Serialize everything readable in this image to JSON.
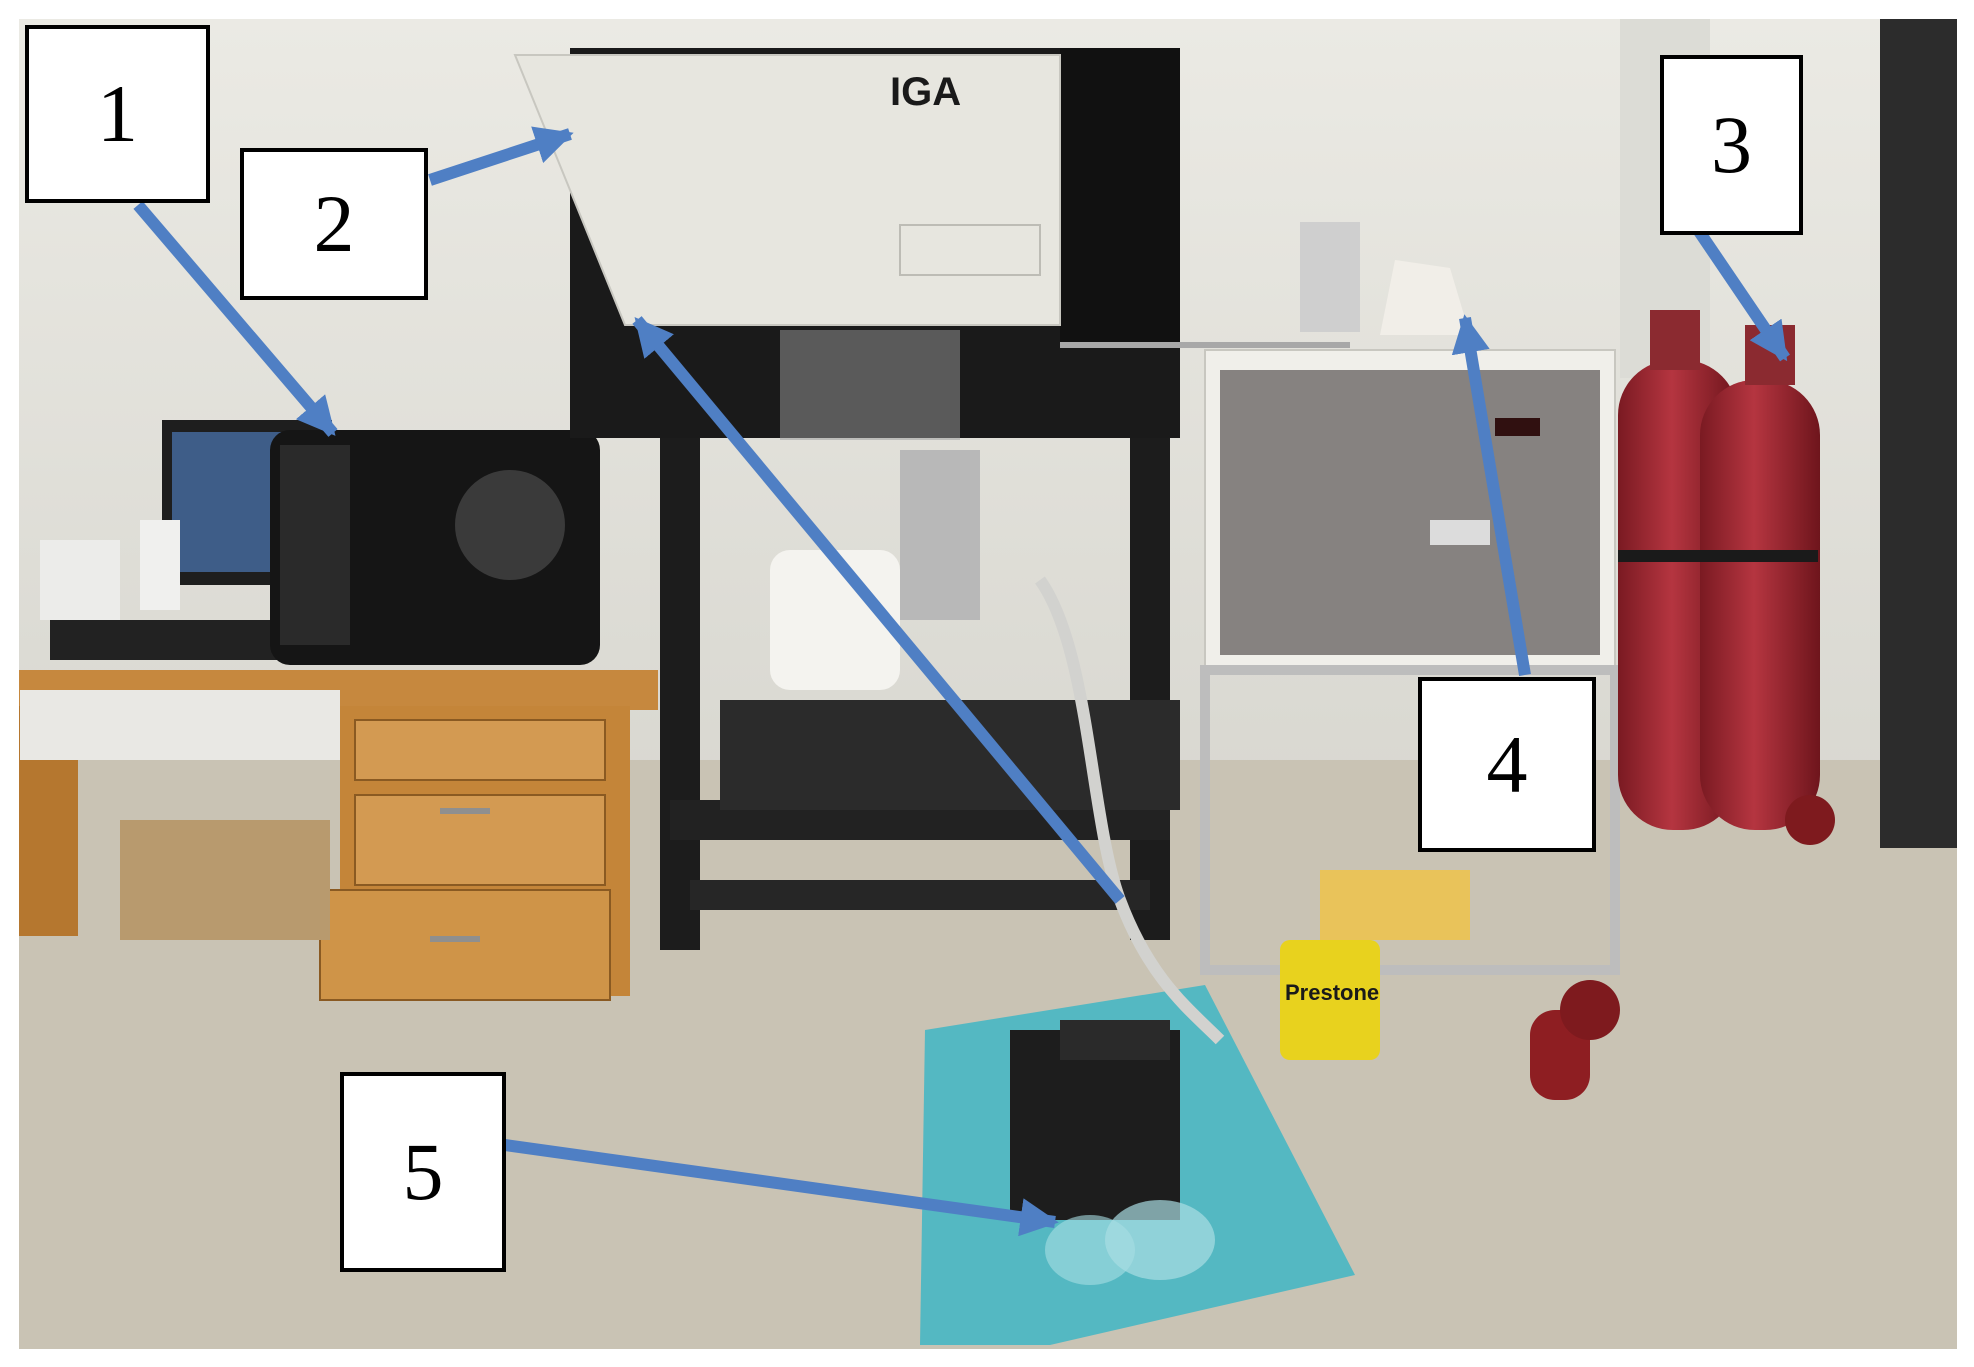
{
  "callouts": [
    {
      "id": "1",
      "label": "1",
      "target": "computer tower"
    },
    {
      "id": "2",
      "label": "2",
      "target": "IGA gravimetric analyzer"
    },
    {
      "id": "3",
      "label": "3",
      "target": "gas cylinders"
    },
    {
      "id": "4",
      "label": "4",
      "target": "control unit"
    },
    {
      "id": "5",
      "label": "5",
      "target": "water bath"
    }
  ],
  "equipment_text": {
    "analyzer_brand": "IGA",
    "coolant_brand": "Prestone"
  },
  "colors": {
    "arrow": "#4f7fc4",
    "wall": "#e3e2dc",
    "floor": "#c9c3b4",
    "desk": "#c6883e",
    "cylinder": "#9e2630",
    "tray": "#3fb6c4",
    "analyzer_panel": "#e7e6df"
  }
}
